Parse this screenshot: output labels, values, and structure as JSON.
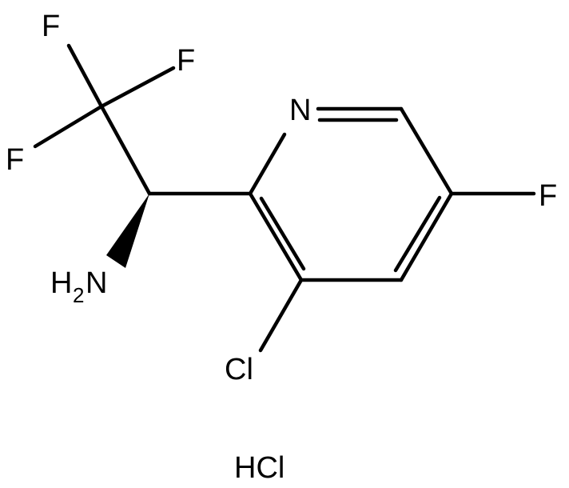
{
  "molecule": {
    "atoms": {
      "f_top": "F",
      "f_right": "F",
      "f_left": "F",
      "n_ring": "N",
      "f_ring": "F",
      "amine_h": "H",
      "amine_sub": "2",
      "amine_n": "N",
      "chlorine": "Cl"
    },
    "salt": "HCl"
  }
}
